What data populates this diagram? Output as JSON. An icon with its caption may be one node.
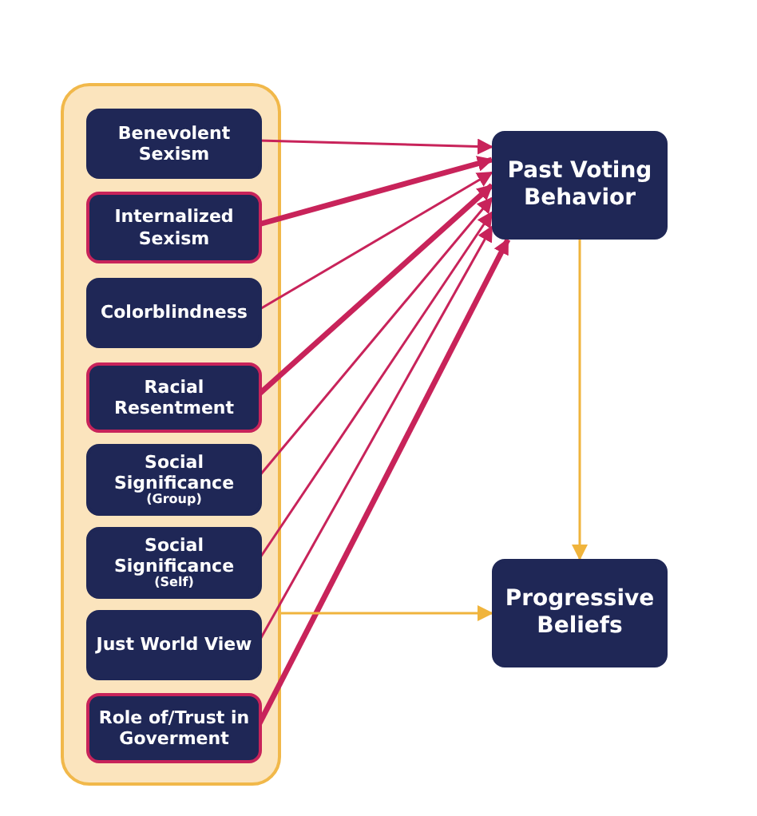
{
  "diagram": {
    "nodes": [
      {
        "text": [],
        "shape": "box"
      },
      {
        "text": [
          "Benevolent Sexism"
        ],
        "in": 0
      },
      {
        "text": [
          "Internalized Sexism"
        ],
        "in": 0
      },
      {
        "text": [
          "Colorblindness"
        ],
        "in": 0
      },
      {
        "text": [
          "Racial Resentment"
        ],
        "in": 0
      },
      {
        "text": [
          "Social Significance",
          "(Group)"
        ],
        "in": 0
      },
      {
        "text": [
          "Social Significance",
          "(Self)"
        ],
        "in": 0
      },
      {
        "text": [
          "Just World View"
        ],
        "in": 0
      },
      {
        "text": [
          "Role of/Trust in Goverment"
        ],
        "in": 0
      },
      {
        "text": [
          "Past Voting Behavior"
        ]
      },
      {
        "text": [
          "Progressive Beliefs"
        ]
      }
    ],
    "edges": [
      {
        "from": 1,
        "to": 9,
        "arrow": "to"
      },
      {
        "from": 2,
        "to": 9,
        "arrow": "to",
        "style": "thick"
      },
      {
        "from": 3,
        "to": 9,
        "arrow": "to"
      },
      {
        "from": 4,
        "to": 9,
        "arrow": "to",
        "style": "thick"
      },
      {
        "from": 5,
        "to": 9,
        "arrow": "to"
      },
      {
        "from": 6,
        "to": 9,
        "arrow": "to"
      },
      {
        "from": 7,
        "to": 9,
        "arrow": "to"
      },
      {
        "from": 8,
        "to": 9,
        "arrow": "to",
        "style": "thick"
      },
      {
        "from": 9,
        "to": 10,
        "arrow": "to",
        "color": "#f0b43c"
      },
      {
        "from": 0,
        "to": 10,
        "arrow": "to",
        "color": "#f0b43c"
      }
    ]
  }
}
